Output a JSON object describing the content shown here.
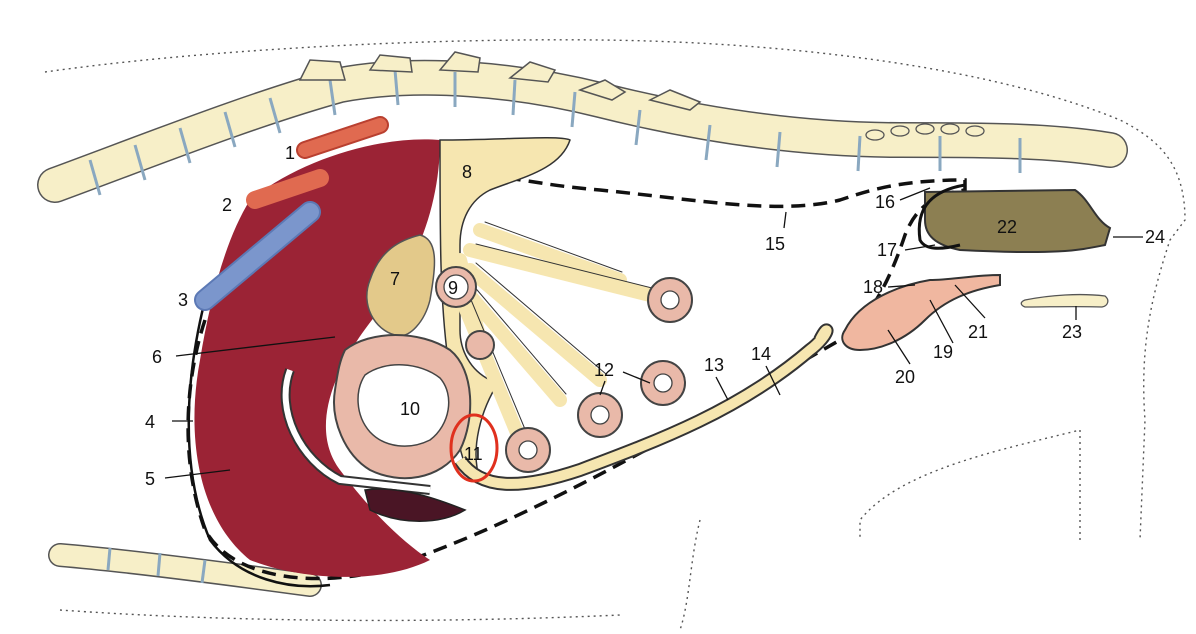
{
  "labels": {
    "l1": "1",
    "l2": "2",
    "l3": "3",
    "l4": "4",
    "l5": "5",
    "l6": "6",
    "l7": "7",
    "l8": "8",
    "l9": "9",
    "l10": "10",
    "l11": "11",
    "l12": "12",
    "l13": "13",
    "l14": "14",
    "l15": "15",
    "l16": "16",
    "l17": "17",
    "l18": "18",
    "l19": "19",
    "l20": "20",
    "l21": "21",
    "l22": "22",
    "l23": "23",
    "l24": "24"
  },
  "colors": {
    "bone": "#f7efc8",
    "bone_outline": "#555555",
    "liver": "#9b2335",
    "mesentery": "#f6e6b0",
    "artery": "#e06a50",
    "vein": "#7b96cc",
    "pancreas": "#e3c98a",
    "intestine_wall": "#e9b9a9",
    "rectum": "#8c7f52",
    "kidney": "#4a1525",
    "highlight": "#e0301e"
  },
  "highlight": {
    "target": "11"
  }
}
